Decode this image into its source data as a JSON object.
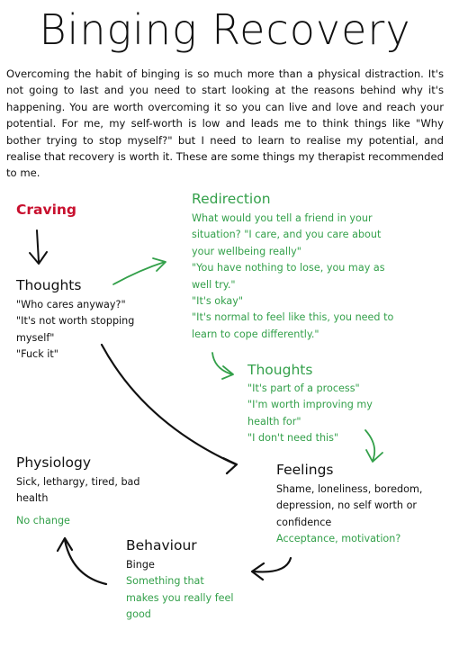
{
  "title": "Binging Recovery",
  "intro": "Overcoming the habit of binging is so much more than a physical distraction. It's not going to last and you need to start looking at the reasons behind why it's happening. You are worth overcoming it so you can live and love and reach your potential. For me, my self-worth is low and leads me to think things like \"Why bother trying to stop myself?\" but I need to learn to realise my potential, and realise that recovery is worth it. These are some things my therapist recommended to me.",
  "craving": {
    "label": "Craving"
  },
  "thoughts_negative": {
    "label": "Thoughts",
    "lines": [
      "\"Who cares anyway?\"",
      "\"It's not worth stopping",
      "myself\"",
      "\"Fuck it\""
    ]
  },
  "redirection": {
    "label": "Redirection",
    "lines": [
      "What would you tell a friend in your",
      "situation? \"I care, and you care about",
      "your wellbeing really\"",
      "\"You have nothing to lose, you may as",
      "well try.\"",
      "\"It's okay\"",
      "\"It's normal to feel like this, you need to",
      "learn to cope differently.\""
    ]
  },
  "thoughts_positive": {
    "label": "Thoughts",
    "lines": [
      "\"It's part of a process\"",
      "\"I'm worth improving my",
      "health for\"",
      "\"I don't need this\""
    ]
  },
  "feelings": {
    "label": "Feelings",
    "lines": [
      "Shame, loneliness, boredom,",
      "depression, no self worth or",
      "confidence"
    ],
    "positive": "Acceptance, motivation?"
  },
  "behaviour": {
    "label": "Behaviour",
    "negative": "Binge",
    "positive_lines": [
      "Something that",
      "makes you really feel",
      "good"
    ]
  },
  "physiology": {
    "label": "Physiology",
    "lines": [
      "Sick, lethargy, tired, bad",
      "health"
    ],
    "positive": "No change"
  },
  "colors": {
    "positive": "#33a04a",
    "craving": "#c8102e",
    "ink": "#111111"
  }
}
